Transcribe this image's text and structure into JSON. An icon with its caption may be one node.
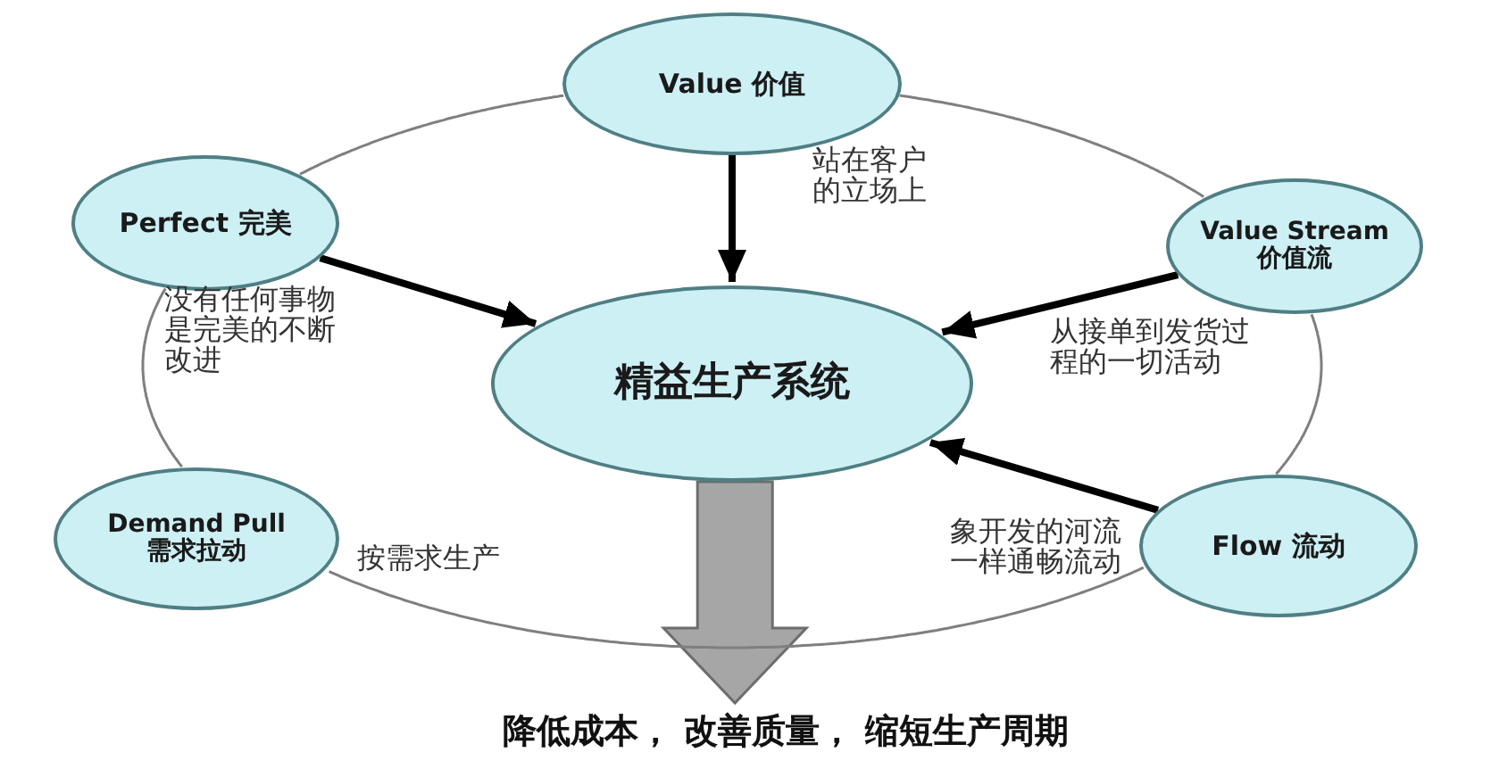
{
  "diagram": {
    "nodes": [
      {
        "text": [
          "Value 价值"
        ],
        "beside": [
          "站在客户的立场上"
        ]
      },
      {
        "text": [
          "Perfect 完美"
        ],
        "beside": [
          "没有任何事物是完美的不断改进"
        ]
      },
      {
        "text": [
          "Value Stream 价值流"
        ],
        "beside": [
          "从接单到发货过程的一切活动"
        ]
      },
      {
        "text": [
          "精益生产系统"
        ]
      },
      {
        "text": [
          "Demand Pull 需求拉动"
        ],
        "beside": [
          "按需求生产"
        ]
      },
      {
        "text": [
          "Flow 流动"
        ],
        "beside": [
          "象开发的河流一样通畅流动"
        ]
      },
      {
        "text": [
          "降低成本， 改善质量， 缩短生产周期"
        ]
      }
    ],
    "edges": [
      {
        "from": 0,
        "to": 3,
        "arrow": "to",
        "style": "thick",
        "color": "#000000"
      },
      {
        "from": 1,
        "to": 3,
        "arrow": "to",
        "style": "thick",
        "color": "#000000"
      },
      {
        "from": 2,
        "to": 3,
        "arrow": "to",
        "style": "thick",
        "color": "#000000"
      },
      {
        "from": 5,
        "to": 3,
        "arrow": "to",
        "style": "thick",
        "color": "#000000"
      },
      {
        "from": 3,
        "to": 6,
        "arrow": "to",
        "style": "thick",
        "color": "#a6a6a6"
      },
      {
        "from": 1,
        "to": 0,
        "arrow": "none",
        "color": "#7f7f7f"
      },
      {
        "from": 0,
        "to": 2,
        "arrow": "none",
        "color": "#7f7f7f"
      },
      {
        "from": 2,
        "to": 5,
        "arrow": "none",
        "color": "#7f7f7f"
      },
      {
        "from": 5,
        "to": 4,
        "arrow": "none",
        "color": "#7f7f7f"
      },
      {
        "from": 4,
        "to": 1,
        "arrow": "none",
        "color": "#7f7f7f"
      }
    ]
  }
}
